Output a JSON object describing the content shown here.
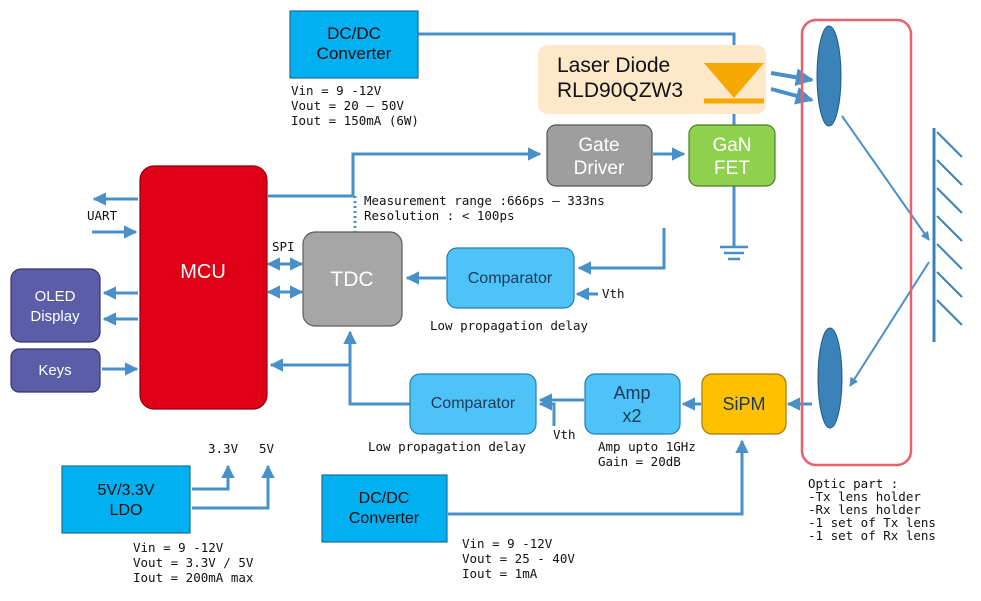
{
  "blocks": {
    "dcdc_top": {
      "line1": "DC/DC",
      "line2": "Converter"
    },
    "laser": {
      "line1": "Laser Diode",
      "line2": "RLD90QZW3"
    },
    "gate_driver": {
      "line1": "Gate",
      "line2": "Driver"
    },
    "gan_fet": {
      "line1": "GaN",
      "line2": "FET"
    },
    "mcu": {
      "label": "MCU"
    },
    "tdc": {
      "label": "TDC"
    },
    "comparator_top": {
      "label": "Comparator"
    },
    "comparator_bottom": {
      "label": "Comparator"
    },
    "oled": {
      "line1": "OLED",
      "line2": "Display"
    },
    "keys": {
      "label": "Keys"
    },
    "amp": {
      "line1": "Amp",
      "line2": "x2"
    },
    "sipm": {
      "label": "SiPM"
    },
    "ldo": {
      "line1": "5V/3.3V",
      "line2": "LDO"
    },
    "dcdc_bottom": {
      "line1": "DC/DC",
      "line2": "Converter"
    }
  },
  "specs": {
    "dcdc_top": [
      "Vin = 9 -12V",
      "Vout = 20 – 50V",
      "Iout = 150mA (6W)"
    ],
    "ldo": [
      "Vin = 9 -12V",
      "Vout = 3.3V / 5V",
      "Iout = 200mA max"
    ],
    "dcdc_bottom": [
      "Vin = 9 -12V",
      "Vout = 25 - 40V",
      "Iout = 1mA"
    ],
    "tdc_measurement": [
      "Measurement range :666ps – 333ns",
      "Resolution : < 100ps"
    ],
    "amp": [
      "Amp upto 1GHz",
      "Gain = 20dB"
    ],
    "optic": [
      "Optic part :",
      "-Tx lens holder",
      "-Rx lens holder",
      "-1 set of Tx lens",
      "-1 set of Rx lens"
    ]
  },
  "labels": {
    "uart": "UART",
    "spi": "SPI",
    "vth_top": "Vth",
    "vth_bottom": "Vth",
    "delay_top": "Low propagation delay",
    "delay_bottom": "Low propagation delay",
    "v33": "3.3V",
    "v5": "5V"
  },
  "colors": {
    "cyan_block": "#00b0f0",
    "comparator": "#4fc3f7",
    "mcu": "#e00016",
    "tdc": "#a6a6a6",
    "gate": "#9e9e9e",
    "gan": "#8fd14f",
    "sipm": "#ffc000",
    "oled": "#5b5ea6",
    "laser_bg": "#fde9c9",
    "diode": "#f5a800",
    "wire": "#4a90c8",
    "optic_frame": "#e8606a",
    "lens": "#3b82b8"
  }
}
